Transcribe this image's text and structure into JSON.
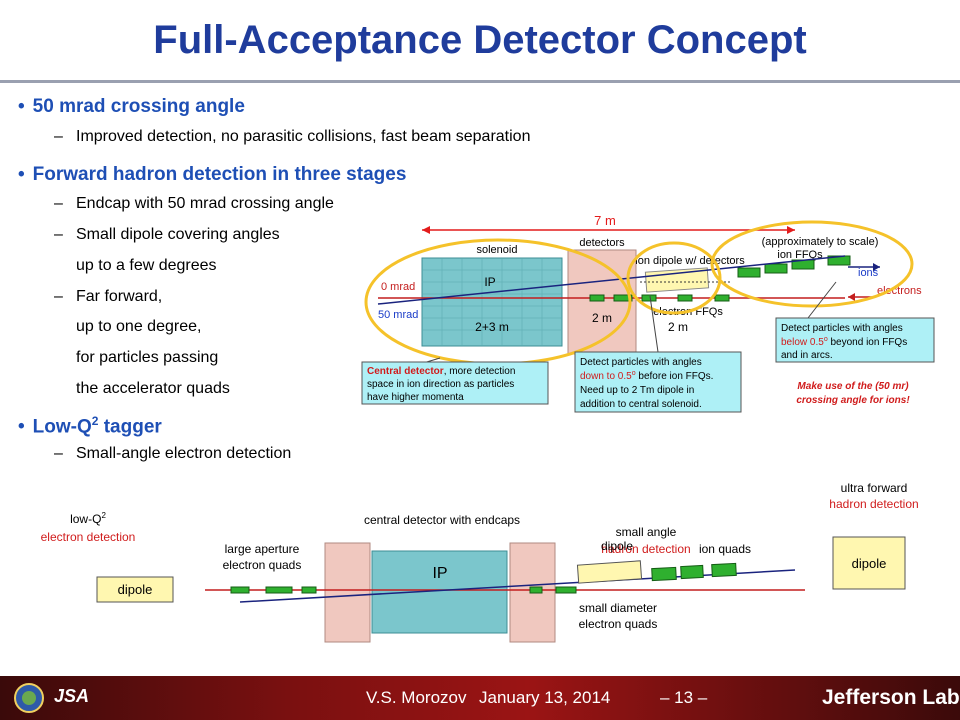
{
  "title": "Full-Acceptance Detector Concept",
  "bullets": [
    {
      "text": "50 mrad crossing angle"
    },
    {
      "text": "Improved detection, no parasitic collisions, fast beam separation"
    },
    {
      "text": "Forward hadron detection in three stages"
    },
    {
      "text": "Endcap with 50 mrad crossing angle"
    },
    {
      "text": "Small dipole covering angles"
    },
    {
      "text": "up to a few degrees"
    },
    {
      "text": "Far forward,"
    },
    {
      "text": "up to one degree,"
    },
    {
      "text": "for particles passing"
    },
    {
      "text": "the accelerator quads"
    },
    {
      "text": "Small-angle electron detection"
    }
  ],
  "lowq": {
    "pre": "Low-Q",
    "sup": "2",
    "post": " tagger"
  },
  "top_diagram": {
    "dim_7m": "7 m",
    "solenoid": "solenoid",
    "ip": "IP",
    "size_23m": "2+3 m",
    "detectors": "detectors",
    "size_2m_a": "2 m",
    "ion_dipole": "ion dipole w/ detectors",
    "approx": "(approximately to scale)",
    "ion_ffqs": "ion FFQs",
    "ions": "ions",
    "electrons": "electrons",
    "zero_mrad": "0 mrad",
    "fifty_mrad": "50 mrad",
    "electron_ffqs": "electron FFQs",
    "size_2m_b": "2 m",
    "box_central_bold": "Central detector",
    "box_central_rest": ", more detection",
    "box_central_l2": "space in ion direction as particles",
    "box_central_l3": "have higher momenta",
    "box_mid_l1": "Detect particles with angles",
    "box_mid_l2a": "down to 0.5",
    "box_mid_sup": "o",
    "box_mid_l2b": " before ion FFQs.",
    "box_mid_l3": "Need up to 2 Tm dipole in",
    "box_mid_l4": "addition to central solenoid.",
    "box_right_l1": "Detect particles with angles",
    "box_right_l2a": "below 0.5",
    "box_right_sup": "o",
    "box_right_l2b": " beyond ion FFQs",
    "box_right_l3": "and in arcs.",
    "note_l1": "Make use of the (50 mr)",
    "note_l2": "crossing angle for ions!"
  },
  "bottom_diagram": {
    "lowq_l1": "low-Q",
    "lowq_sup": "2",
    "lowq_l2": "electron detection",
    "dipole_left": "dipole",
    "large_ap_l1": "large aperture",
    "large_ap_l2": "electron quads",
    "central": "central detector with endcaps",
    "ip": "IP",
    "small_angle_l1": "small angle",
    "small_angle_l2": "hadron detection",
    "dipole_mid": "dipole",
    "ion_quads": "ion quads",
    "small_diam_l1": "small diameter",
    "small_diam_l2": "electron quads",
    "ultra_l1": "ultra forward",
    "ultra_l2": "hadron detection",
    "dipole_right": "dipole"
  },
  "footer": {
    "logo_text": "JSA",
    "author": "V.S. Morozov",
    "date": "January 13, 2014",
    "page": "– 13 –",
    "lab": "Jefferson Lab"
  },
  "colors": {
    "title": "#1f3c9c",
    "bullet": "#1e4fb5",
    "red_text": "#d01c1c",
    "cyan_box": "#aef0f6",
    "footer": "#9b1414"
  }
}
